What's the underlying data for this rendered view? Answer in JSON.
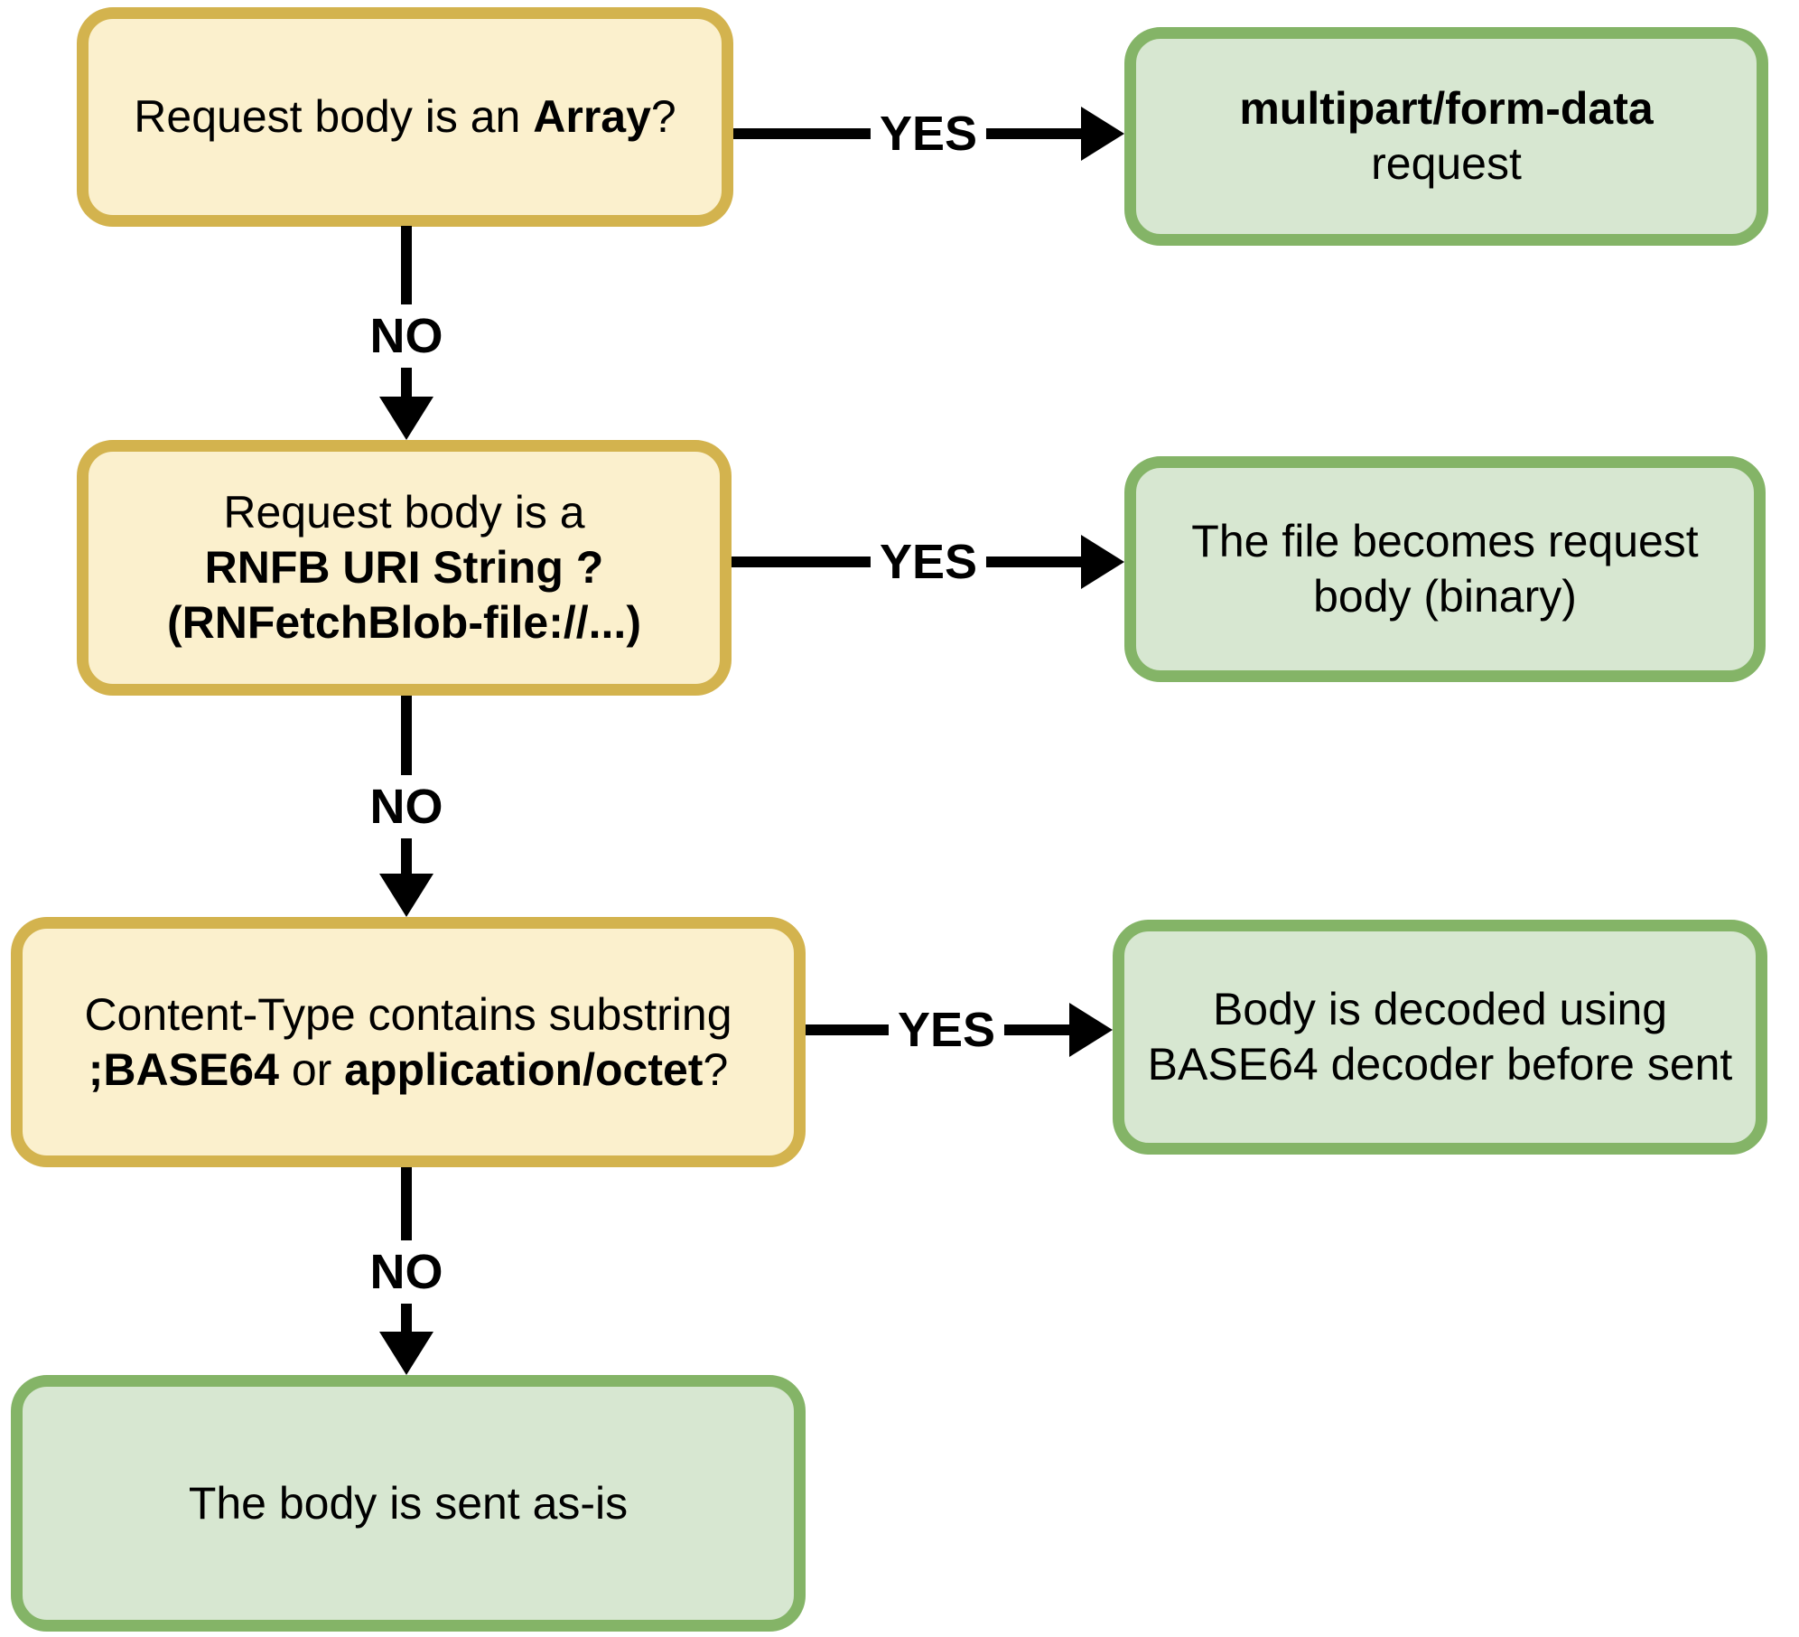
{
  "diagram": {
    "title": "RNFetchBlob request body handling flowchart",
    "colors": {
      "question_fill": "#fbf0cd",
      "question_border": "#d3b34e",
      "result_fill": "#d7e7d1",
      "result_border": "#84b467",
      "arrow": "#000000",
      "text": "#000000",
      "background": "#ffffff"
    }
  },
  "nodes": {
    "q_array": {
      "role": "question",
      "lines": [
        [
          {
            "b": 0,
            "t": "Request body is an "
          },
          {
            "b": 1,
            "t": "Array"
          },
          {
            "b": 0,
            "t": "?"
          }
        ]
      ]
    },
    "r_multipart": {
      "role": "result",
      "lines": [
        [
          {
            "b": 1,
            "t": "multipart/form-data"
          }
        ],
        [
          {
            "b": 0,
            "t": "request"
          }
        ]
      ]
    },
    "q_rnfb": {
      "role": "question",
      "lines": [
        [
          {
            "b": 0,
            "t": "Request body is a"
          }
        ],
        [
          {
            "b": 1,
            "t": "RNFB URI String ?"
          }
        ],
        [
          {
            "b": 1,
            "t": "(RNFetchBlob-file://...)"
          }
        ]
      ]
    },
    "r_file": {
      "role": "result",
      "lines": [
        [
          {
            "b": 0,
            "t": "The file becomes request"
          }
        ],
        [
          {
            "b": 0,
            "t": "body (binary)"
          }
        ]
      ]
    },
    "q_ctype": {
      "role": "question",
      "lines": [
        [
          {
            "b": 0,
            "t": "Content-Type contains substring"
          }
        ],
        [
          {
            "b": 1,
            "t": ";BASE64"
          },
          {
            "b": 0,
            "t": " or "
          },
          {
            "b": 1,
            "t": "application/octet"
          },
          {
            "b": 0,
            "t": "?"
          }
        ]
      ]
    },
    "r_b64": {
      "role": "result",
      "lines": [
        [
          {
            "b": 0,
            "t": "Body is decoded using"
          }
        ],
        [
          {
            "b": 0,
            "t": "BASE64 decoder before sent"
          }
        ]
      ]
    },
    "r_asis": {
      "role": "result",
      "lines": [
        [
          {
            "b": 0,
            "t": "The body is sent as-is"
          }
        ]
      ]
    }
  },
  "edges": {
    "yes1": {
      "label": "YES"
    },
    "no1": {
      "label": "NO"
    },
    "yes2": {
      "label": "YES"
    },
    "no2": {
      "label": "NO"
    },
    "yes3": {
      "label": "YES"
    },
    "no3": {
      "label": "NO"
    }
  }
}
